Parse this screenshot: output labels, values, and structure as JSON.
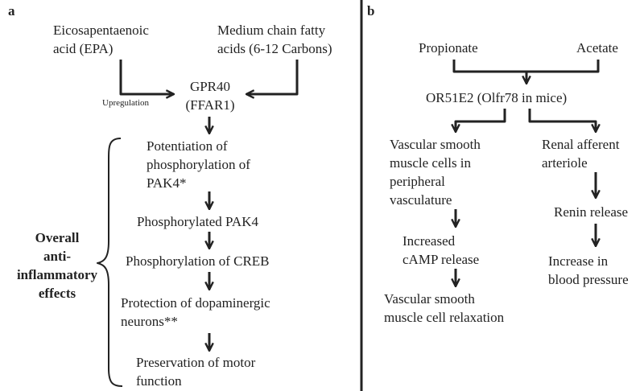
{
  "panel_a": {
    "label": "a",
    "epa": [
      "Eicosapentaenoic",
      "acid (EPA)"
    ],
    "mcfa": [
      "Medium chain fatty",
      "acids (6-12 Carbons)"
    ],
    "upregulation": "Upregulation",
    "gpr40": [
      "GPR40",
      "(FFAR1)"
    ],
    "steps": {
      "potentiation": [
        "Potentiation of",
        "phosphorylation of",
        "PAK4*"
      ],
      "phosphorylated": "Phosphorylated PAK4",
      "creb": "Phosphorylation of CREB",
      "protection": [
        "Protection of dopaminergic",
        "neurons**"
      ],
      "preservation": [
        "Preservation of motor",
        "function"
      ]
    },
    "effects_label": [
      "Overall",
      "anti-",
      "inflammatory",
      "effects"
    ]
  },
  "panel_b": {
    "label": "b",
    "propionate": "Propionate",
    "acetate": "Acetate",
    "receptor": "OR51E2 (Olfr78 in mice)",
    "left_branch": {
      "vsmc": [
        "Vascular smooth",
        "muscle cells in",
        "peripheral",
        "vasculature"
      ],
      "camp": [
        "Increased",
        "cAMP release"
      ],
      "relaxation": [
        "Vascular smooth",
        "muscle cell relaxation"
      ]
    },
    "right_branch": {
      "arteriole": [
        "Renal afferent",
        "arteriole"
      ],
      "renin": "Renin release",
      "pressure": [
        "Increase in",
        "blood pressure"
      ]
    }
  }
}
